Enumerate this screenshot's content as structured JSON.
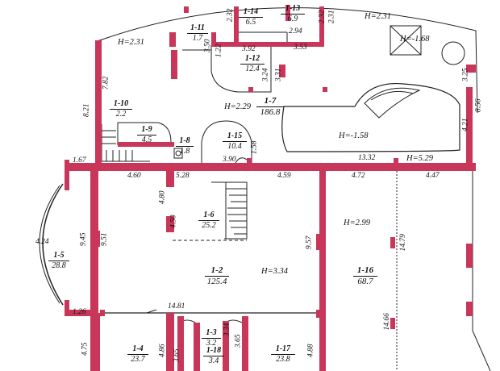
{
  "colors": {
    "wall": "#c8375a",
    "line": "#222222",
    "background": "#ffffff"
  },
  "rooms": [
    {
      "id": "1-2",
      "area": "125.4"
    },
    {
      "id": "1-3",
      "area": "3.2"
    },
    {
      "id": "1-4",
      "area": "23.7"
    },
    {
      "id": "1-5",
      "area": "28.8"
    },
    {
      "id": "1-6",
      "area": "25.2"
    },
    {
      "id": "1-7",
      "area": "186.8"
    },
    {
      "id": "1-8",
      "area": "1.8"
    },
    {
      "id": "1-9",
      "area": "4.5"
    },
    {
      "id": "1-10",
      "area": "2.2"
    },
    {
      "id": "1-11",
      "area": "1.7"
    },
    {
      "id": "1-12",
      "area": "12.4"
    },
    {
      "id": "1-13",
      "area": "6.9"
    },
    {
      "id": "1-14",
      "area": "6.5"
    },
    {
      "id": "1-15",
      "area": "10.4"
    },
    {
      "id": "1-16",
      "area": "68.7"
    },
    {
      "id": "1-17",
      "area": "23.8"
    },
    {
      "id": "1-18",
      "area": "3.4"
    }
  ],
  "heights": {
    "h1": "H=2.31",
    "h2": "H=2.31",
    "h3": "H=-1.68",
    "h4": "H=2.29",
    "h5": "H=-1.58",
    "h6": "H=5.29",
    "h7": "H=2.99",
    "h8": "H=3.34"
  },
  "dims": {
    "d_3_50": "3.50",
    "d_1_22": "1.22",
    "d_3_92": "3.92",
    "d_2_94": "2.94",
    "d_3_53": "3.53",
    "d_2_32a": "2.32",
    "d_2_32b": "2.32",
    "d_2_31": "2.31",
    "d_3_24": "3.24",
    "d_3_31": "3.31",
    "d_7_82": "7.82",
    "d_8_21": "8.21",
    "d_8_56": "8.56",
    "d_3_25": "3.25",
    "d_4_21": "4.21",
    "d_1_58": "1.58",
    "d_13_32": "13.32",
    "d_1_67": "1.67",
    "d_4_60": "4.60",
    "d_5_28": "5.28",
    "d_3_90": "3.90",
    "d_4_59": "4.59",
    "d_4_72": "4.72",
    "d_4_47": "4.47",
    "d_4_80": "4.80",
    "d_4_50": "4.50",
    "d_4_24": "4.24",
    "d_9_45": "9.45",
    "d_9_51": "9.51",
    "d_9_57": "9.57",
    "d_14_79": "14.79",
    "d_1_26": "1.26",
    "d_14_81": "14.81",
    "d_4_75": "4.75",
    "d_4_86": "4.86",
    "d_3_65a": "3.65",
    "d_3_34": "3.34",
    "d_3_65b": "3.65",
    "d_4_88": "4.88",
    "d_14_66": "14.66"
  }
}
